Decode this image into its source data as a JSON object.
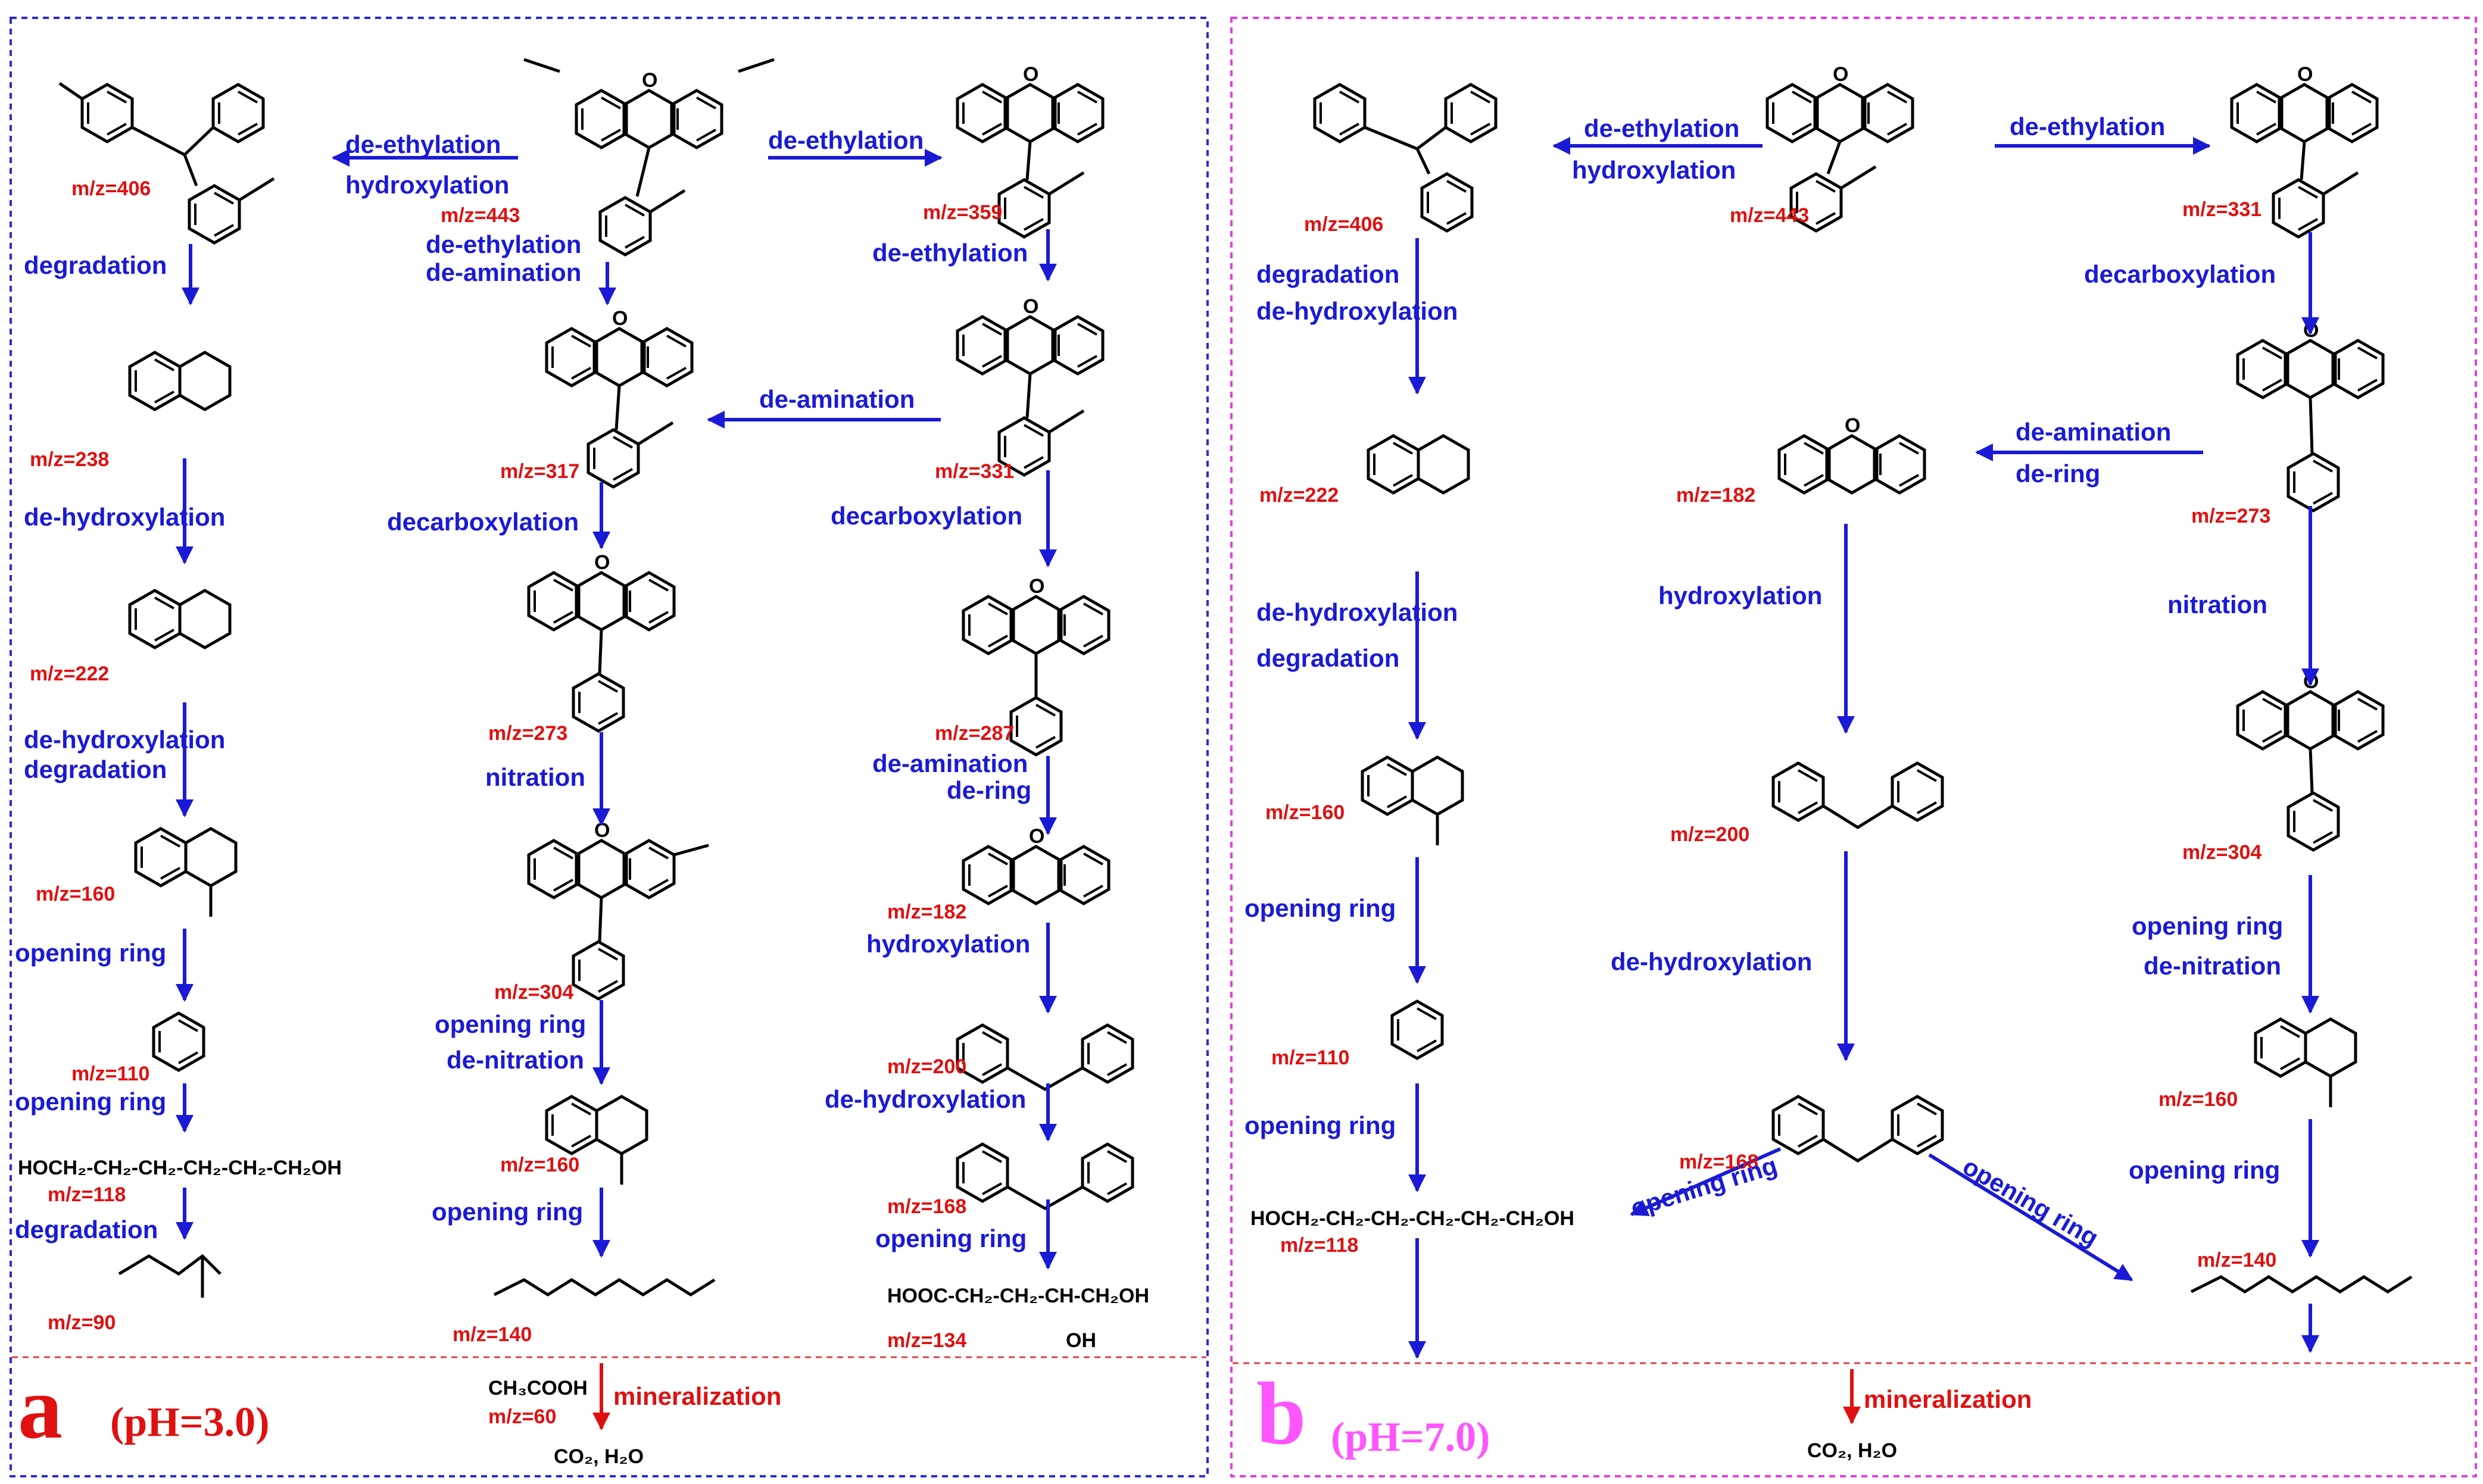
{
  "colors": {
    "step": "#1a1ad6",
    "mz": "#e01010",
    "panel_a_border": "#2b2bd6",
    "panel_b_border": "#e040e0",
    "tag_b": "#ff55ff",
    "mineral": "#e01010"
  },
  "panel_a": {
    "letter": "a",
    "condition": "(pH=3.0)",
    "mz": [
      "m/z=406",
      "m/z=443",
      "m/z=359",
      "m/z=238",
      "m/z=317",
      "m/z=331",
      "m/z=222",
      "m/z=273",
      "m/z=287",
      "m/z=160",
      "m/z=304",
      "m/z=182",
      "m/z=110",
      "m/z=160",
      "m/z=200",
      "m/z=118",
      "m/z=168",
      "m/z=90",
      "m/z=140",
      "m/z=134",
      "m/z=60"
    ],
    "steps": [
      "de-ethylation",
      "hydroxylation",
      "de-ethylation",
      "de-ethylation",
      "de-amination",
      "degradation",
      "de-ethylation",
      "de-amination",
      "de-hydroxylation",
      "decarboxylation",
      "decarboxylation",
      "de-hydroxylation",
      "degradation",
      "nitration",
      "de-amination",
      "de-ring",
      "opening ring",
      "hydroxylation",
      "opening ring",
      "de-nitration",
      "opening ring",
      "de-hydroxylation",
      "degradation",
      "opening ring",
      "opening ring"
    ],
    "formulas": [
      "HOCH₂-CH₂-CH₂-CH₂-CH₂-CH₂OH",
      "HOOC-CH₂-CH₂-CH-CH₂OH",
      "OH",
      "CH₃COOH",
      "CO₂, H₂O"
    ],
    "mineralization": "mineralization"
  },
  "panel_b": {
    "letter": "b",
    "condition": "(pH=7.0)",
    "mz": [
      "m/z=406",
      "m/z=443",
      "m/z=331",
      "m/z=222",
      "m/z=273",
      "m/z=182",
      "m/z=160",
      "m/z=200",
      "m/z=304",
      "m/z=110",
      "m/z=160",
      "m/z=168",
      "m/z=118",
      "m/z=140"
    ],
    "steps": [
      "de-ethylation",
      "hydroxylation",
      "de-ethylation",
      "degradation",
      "de-hydroxylation",
      "decarboxylation",
      "de-amination",
      "de-ring",
      "hydroxylation",
      "de-hydroxylation",
      "degradation",
      "nitration",
      "opening ring",
      "de-hydroxylation",
      "opening ring",
      "de-nitration",
      "opening ring",
      "opening ring",
      "opening ring",
      "opening ring"
    ],
    "formulas": [
      "HOCH₂-CH₂-CH₂-CH₂-CH₂-CH₂OH",
      "CO₂, H₂O"
    ],
    "mineralization": "mineralization"
  }
}
